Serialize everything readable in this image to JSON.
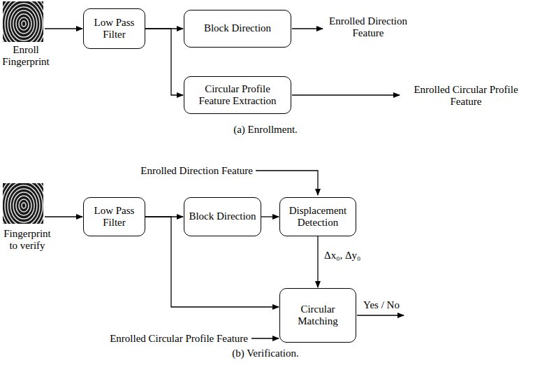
{
  "diagram": {
    "nodes": [
      {
        "text": [
          "Low Pass Filter"
        ]
      },
      {
        "text": [
          "Block Direction"
        ]
      },
      {
        "text": [
          "Circular Profile Feature Extraction"
        ]
      },
      {
        "text": [
          "Low Pass Filter"
        ]
      },
      {
        "text": [
          "Block Direction"
        ]
      },
      {
        "text": [
          "Displacement Detection"
        ]
      },
      {
        "text": [
          "Circular Matching"
        ]
      }
    ],
    "edges": [
      {
        "from": 0,
        "to": 1,
        "arrow": "to"
      },
      {
        "from": 0,
        "to": 2,
        "arrow": "to"
      },
      {
        "from": 3,
        "to": 4,
        "arrow": "to"
      },
      {
        "from": 3,
        "to": 6,
        "arrow": "to"
      },
      {
        "from": 4,
        "to": 5,
        "arrow": "to"
      },
      {
        "from": 5,
        "to": 6,
        "arrow": "to",
        "label": "Δx₀, Δy₀"
      }
    ],
    "labels": [
      "Enroll Fingerprint",
      "Enrolled Direction Feature",
      "Enrolled Circular Profile Feature",
      "(a) Enrollment.",
      "Fingerprint to verify",
      "Enrolled Direction Feature",
      "Enrolled Circular Profile Feature",
      "Yes / No",
      "(b) Verification."
    ]
  }
}
